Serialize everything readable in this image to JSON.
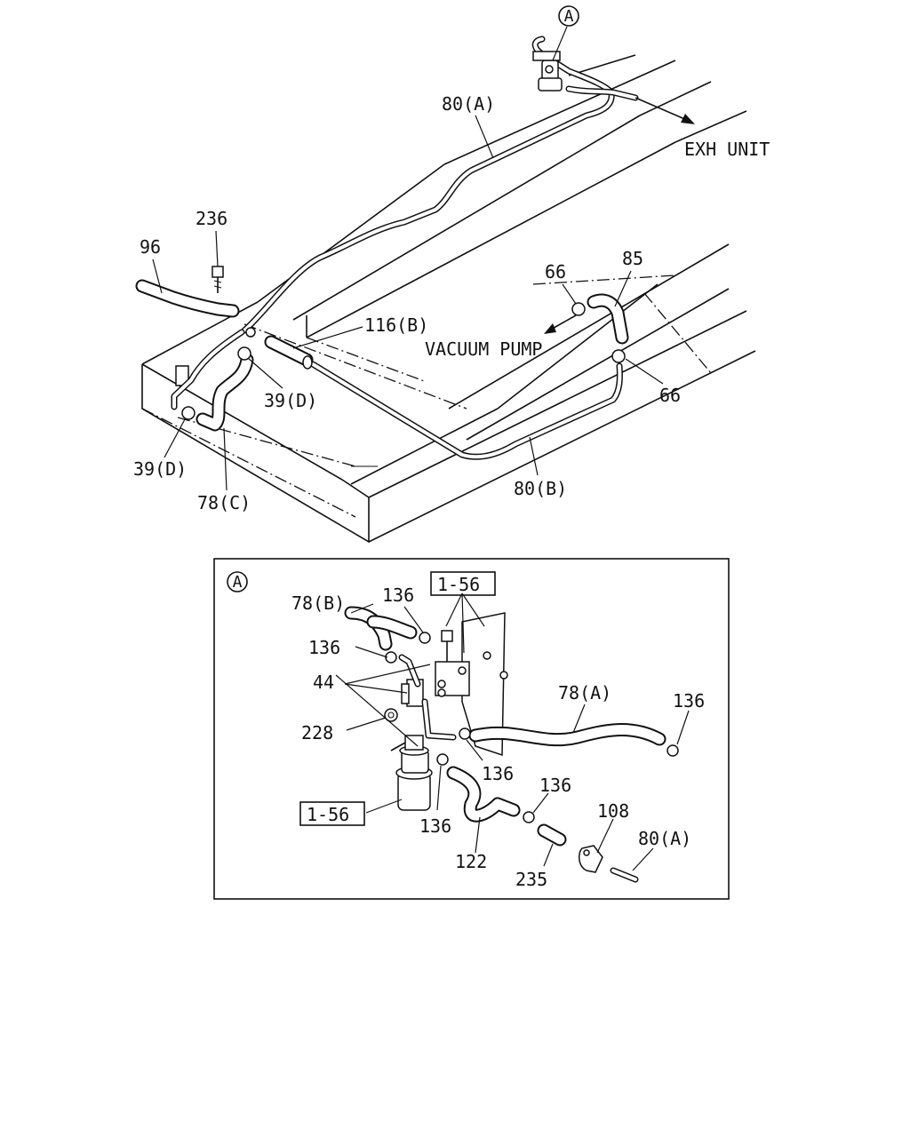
{
  "diagram": {
    "callout_circle": "A",
    "labels": {
      "l80a_top": "80(A)",
      "exh_unit": "EXH UNIT",
      "l236": "236",
      "l96": "96",
      "l116b": "116(B)",
      "l66_top": "66",
      "l85": "85",
      "vacuum_pump": "VACUUM PUMP",
      "l39d_right": "39(D)",
      "l66_right": "66",
      "l39d_left": "39(D)",
      "l78c": "78(C)",
      "l80b": "80(B)"
    },
    "detail": {
      "circle": "A",
      "labels": {
        "l78b": "78(B)",
        "l136_a": "136",
        "ref156_top": "1-56",
        "l136_b": "136",
        "l44": "44",
        "l78a": "78(A)",
        "l136_c": "136",
        "l228": "228",
        "l136_d": "136",
        "l136_e": "136",
        "ref156_left": "1-56",
        "l136_f": "136",
        "l108": "108",
        "l80a": "80(A)",
        "l122": "122",
        "l235": "235"
      }
    }
  }
}
